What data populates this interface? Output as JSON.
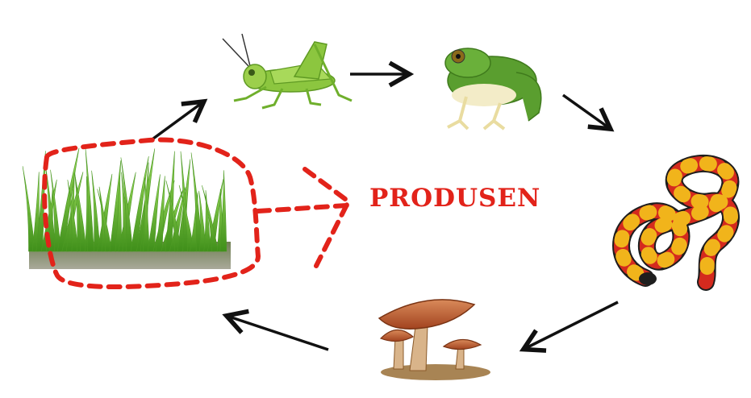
{
  "diagram": {
    "type": "food-web",
    "organisms": [
      {
        "id": "grass",
        "name": "grass-icon"
      },
      {
        "id": "grasshopper",
        "name": "grasshopper-icon"
      },
      {
        "id": "frog",
        "name": "frog-icon"
      },
      {
        "id": "snake",
        "name": "snake-icon"
      },
      {
        "id": "mushroom",
        "name": "mushroom-icon"
      }
    ],
    "flows": [
      {
        "from": "grass",
        "to": "grasshopper"
      },
      {
        "from": "grasshopper",
        "to": "frog"
      },
      {
        "from": "frog",
        "to": "snake"
      },
      {
        "from": "snake",
        "to": "mushroom"
      },
      {
        "from": "mushroom",
        "to": "grass"
      }
    ],
    "highlight": {
      "target": "grass",
      "label": "PRODUSEN",
      "color": "#e2231a"
    }
  },
  "colors": {
    "arrow": "#111111",
    "highlight": "#e2231a",
    "grass": "#5cb82a",
    "grasshopper": "#8cc63f",
    "frog": "#5a9e2f",
    "snake_red": "#d42a1e",
    "snake_black": "#1e1e1e",
    "snake_yellow": "#f1b41b",
    "mushroom": "#b8562e"
  }
}
